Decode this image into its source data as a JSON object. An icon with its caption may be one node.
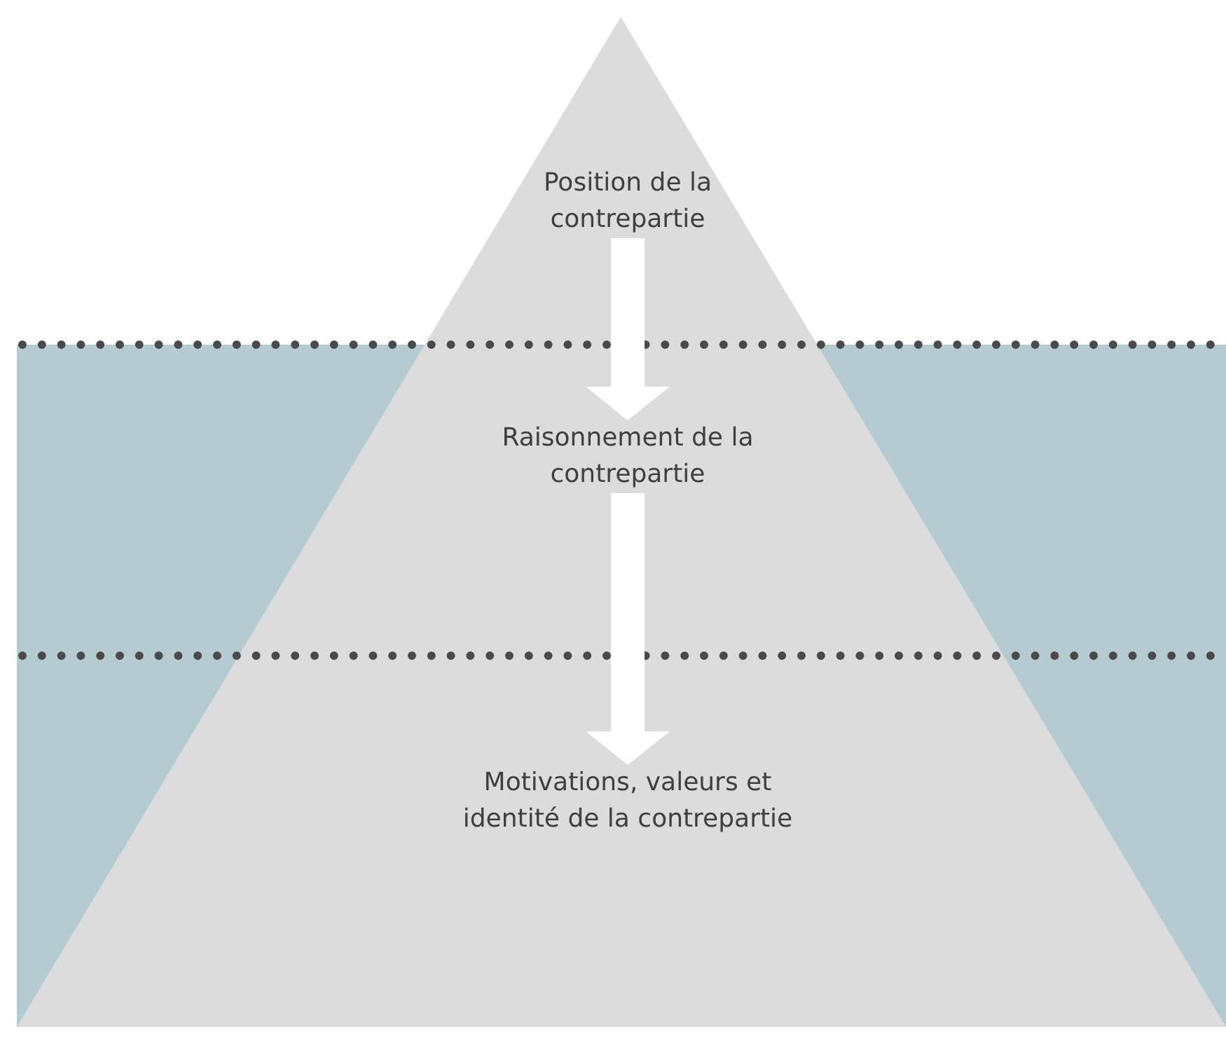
{
  "diagram": {
    "nodes": [
      {
        "text": [
          "Position de la contrepartie"
        ]
      },
      {
        "text": [
          "Raisonnement de la contrepartie"
        ]
      },
      {
        "text": [
          "Motivations, valeurs et identité de la contrepartie"
        ]
      }
    ],
    "edges": [
      {
        "from": 0,
        "to": 1,
        "arrow": "to",
        "style": "thick"
      },
      {
        "from": 1,
        "to": 2,
        "arrow": "to",
        "style": "thick"
      }
    ]
  }
}
